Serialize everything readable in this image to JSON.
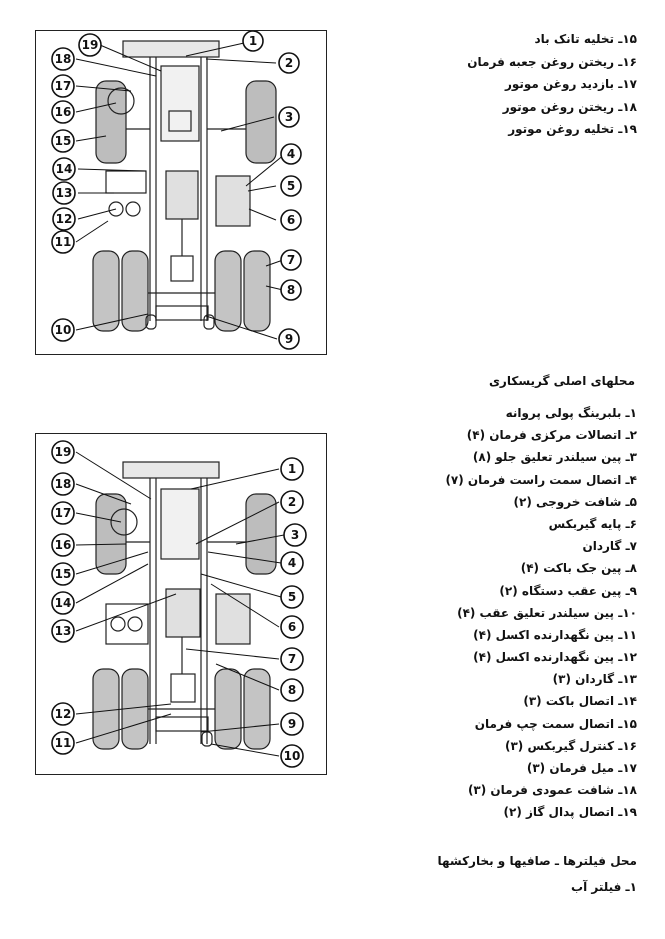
{
  "top_legend": [
    "۱۵ـ تخلیه تانک باد",
    "۱۶ـ ریختن روغن جعبه فرمان",
    "۱۷ـ بازدید روغن موتور",
    "۱۸ـ ریختن روغن موتور",
    "۱۹ـ تخلیه روغن موتور"
  ],
  "grease_heading": "محلهای اصلی گریسکاری",
  "grease_points": [
    "۱ـ بلبرینگ پولی پروانه",
    "۲ـ اتصالات مرکزی فرمان (۴)",
    "۳ـ پین سیلندر تعلیق جلو (۸)",
    "۴ـ اتصال سمت راست فرمان (۷)",
    "۵ـ شافت خروجی (۲)",
    "۶ـ پایه گیربکس",
    "۷ـ گاردان",
    "۸ـ پین جک باکت (۴)",
    "۹ـ پین عقب دستگاه (۲)",
    "۱۰ـ پین سیلندر تعلیق عقب (۴)",
    "۱۱ـ پین نگهدارنده اکسل (۴)",
    "۱۲ـ پین نگهدارنده اکسل (۴)",
    "۱۳ـ گاردان (۳)",
    "۱۴ـ اتصال باکت (۳)",
    "۱۵ـ اتصال سمت چپ فرمان",
    "۱۶ـ کنترل گیربکس (۳)",
    "۱۷ـ میل فرمان (۳)",
    "۱۸ـ شافت عمودی فرمان (۳)",
    "۱۹ـ اتصال پدال گاز (۲)"
  ],
  "filters_heading": "محل فیلترها ـ صافیها و بخارکشها",
  "filters": [
    "۱ـ فیلتر آب"
  ],
  "top_callouts": [
    "1",
    "2",
    "3",
    "4",
    "5",
    "6",
    "7",
    "8",
    "9",
    "10",
    "11",
    "12",
    "13",
    "14",
    "15",
    "16",
    "17",
    "18",
    "19"
  ],
  "bottom_callouts": [
    "1",
    "2",
    "3",
    "4",
    "5",
    "6",
    "7",
    "8",
    "9",
    "10",
    "11",
    "12",
    "13",
    "14",
    "15",
    "16",
    "17",
    "18",
    "19"
  ]
}
